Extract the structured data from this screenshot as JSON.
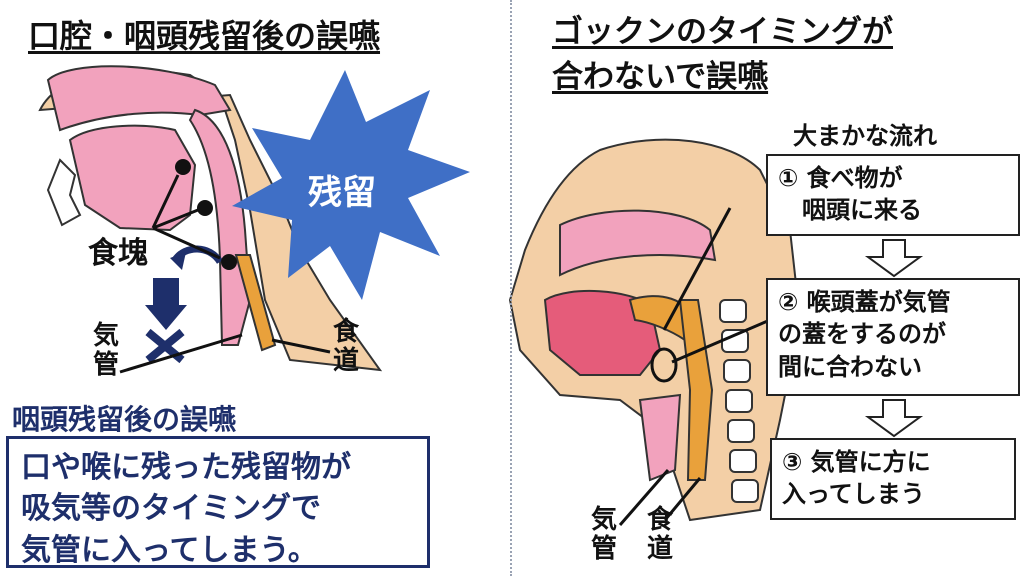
{
  "left_panel": {
    "title": "口腔・咽頭残留後の誤嚥",
    "burst_label": "残留",
    "bolus_label": "食塊",
    "trachea_label": "気管",
    "esophagus_label": "食道",
    "section_heading": "咽頭残留後の誤嚥",
    "description_lines": [
      "口や喉に残った残留物が",
      "吸気等のタイミングで",
      "気管に入ってしまう。"
    ]
  },
  "right_panel": {
    "title_lines": [
      "ゴックンのタイミングが",
      "合わないで誤嚥"
    ],
    "flow_heading": "大まかな流れ",
    "steps": [
      {
        "lines": [
          "① 食べ物が",
          "　咽頭に来る"
        ]
      },
      {
        "lines": [
          "② 喉頭蓋が気管",
          "の蓋をするのが",
          "間に合わない"
        ]
      },
      {
        "lines": [
          "③ 気管に方に",
          "入ってしまう"
        ]
      }
    ],
    "trachea_label": "気管",
    "esophagus_label": "食道"
  },
  "colors": {
    "skin": "#f3cfa6",
    "pink": "#f2a2bd",
    "burst": "#3f6fc6",
    "navy": "#1e2f6b",
    "esophagus": "#e9a13b",
    "divider": "#9aa3b4"
  }
}
